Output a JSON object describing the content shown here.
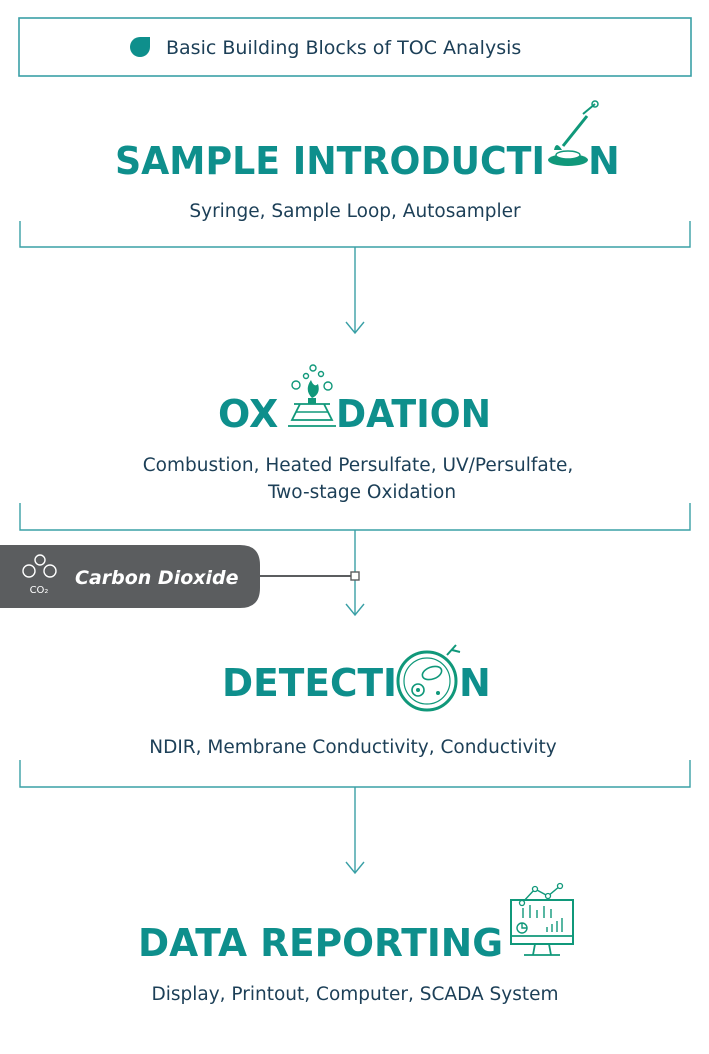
{
  "header": {
    "title": "Basic Building Blocks of TOC Analysis",
    "icon": "drop-icon"
  },
  "steps": [
    {
      "title_pre": "SAMPLE INTRODUCTI",
      "title_post": "N",
      "icon": "pipette-dish-icon",
      "description": [
        "Syringe, Sample Loop, Autosampler"
      ]
    },
    {
      "title_pre": "OX",
      "title_post": "DATION",
      "icon": "burner-flask-icon",
      "description": [
        "Combustion, Heated Persulfate, UV/Persulfate,",
        "Two-stage Oxidation"
      ]
    },
    {
      "title_pre": "DETECTI",
      "title_post": "N",
      "icon": "microbe-lens-icon",
      "description": [
        "NDIR, Membrane Conductivity, Conductivity"
      ]
    },
    {
      "title_pre": "DATA REPORTING",
      "title_post": "",
      "icon": "monitor-chart-icon",
      "description": [
        "Display, Printout, Computer, SCADA System"
      ]
    }
  ],
  "side_label": {
    "text": "Carbon Dioxide",
    "icon": "co2-molecule-icon",
    "icon_text": "CO₂"
  },
  "colors": {
    "title_teal": "#0e8f8c",
    "text_navy": "#1c3f57",
    "line_teal": "#3aa0a6",
    "icon_green": "#10987a",
    "side_label_bg": "#5b5d5f"
  }
}
